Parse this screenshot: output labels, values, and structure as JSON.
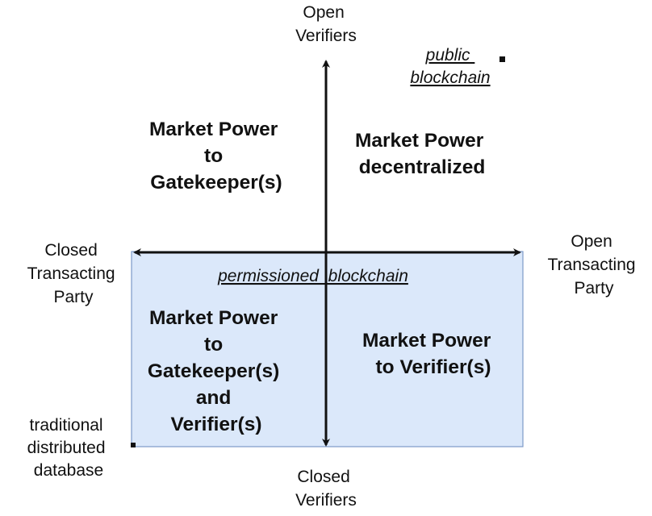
{
  "axes": {
    "top": [
      "Open",
      "Verifiers"
    ],
    "bottom": [
      "Closed",
      "Verifiers"
    ],
    "left": [
      "Closed",
      "Transacting",
      "Party"
    ],
    "right": [
      "Open",
      "Transacting",
      "Party"
    ]
  },
  "quadrants": {
    "top_left": [
      "Market Power",
      "to",
      "Gatekeeper(s)"
    ],
    "top_right": [
      "Market Power",
      "decentralized"
    ],
    "bottom_left": [
      "Market Power",
      "to",
      "Gatekeeper(s)",
      "and",
      "Verifier(s)"
    ],
    "bottom_right": [
      "Market Power",
      "to Verifier(s)"
    ]
  },
  "annotations": {
    "public_blockchain": [
      "public",
      "blockchain"
    ],
    "permissioned_blockchain": "permissioned  blockchain",
    "traditional_database": [
      "traditional",
      "distributed",
      "database"
    ]
  },
  "colors": {
    "region_fill": "#dbe8fa",
    "region_stroke": "#7d9ac9",
    "axis": "#111111"
  }
}
